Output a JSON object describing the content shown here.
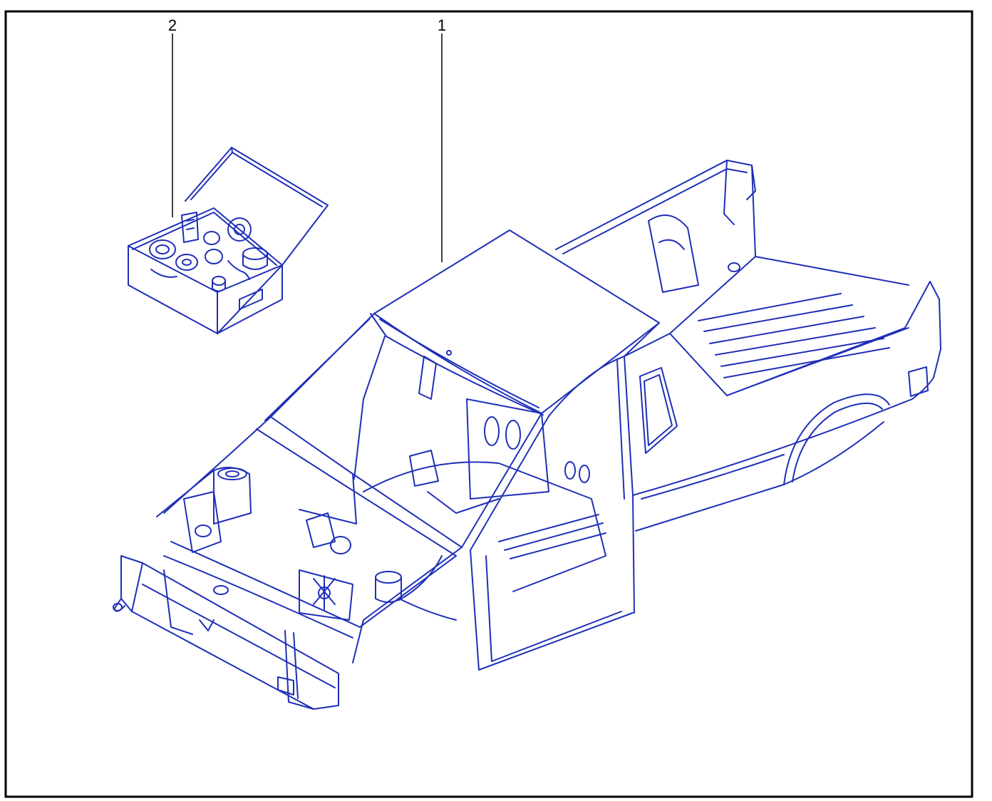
{
  "diagram": {
    "line_color": "#1f2fb8",
    "frame_color": "#000000",
    "background": "#ffffff",
    "callouts": [
      {
        "id": "1",
        "label": "1",
        "part": "vehicle-body-shell"
      },
      {
        "id": "2",
        "label": "2",
        "part": "fastener-kit-box"
      }
    ]
  }
}
